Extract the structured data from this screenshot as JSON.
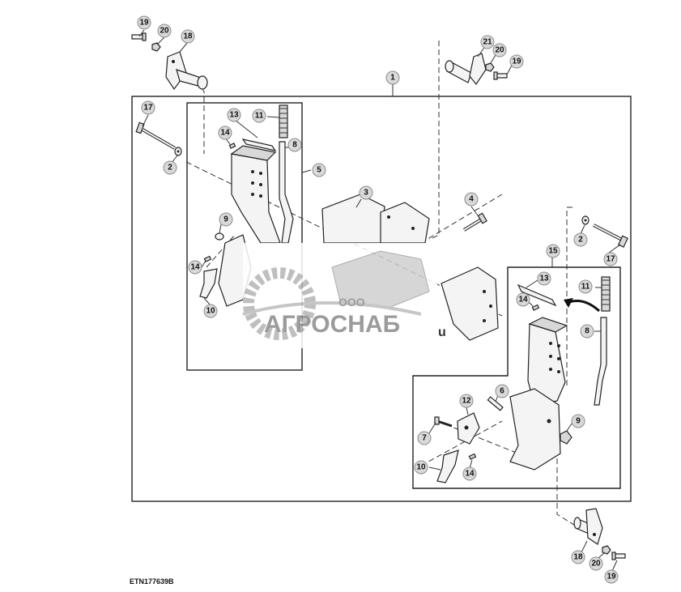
{
  "reference_code": "ETN177639B",
  "watermark": {
    "prefix": "ООО",
    "name": "АГРОСНАБ",
    "suffix": "u"
  },
  "callouts": [
    {
      "id": "c-19-top",
      "label": "19"
    },
    {
      "id": "c-20-top",
      "label": "20"
    },
    {
      "id": "c-18-top",
      "label": "18"
    },
    {
      "id": "c-21",
      "label": "21"
    },
    {
      "id": "c-20-topright",
      "label": "20"
    },
    {
      "id": "c-19-topright",
      "label": "19"
    },
    {
      "id": "c-1",
      "label": "1"
    },
    {
      "id": "c-17-left",
      "label": "17"
    },
    {
      "id": "c-13-left",
      "label": "13"
    },
    {
      "id": "c-11-left",
      "label": "11"
    },
    {
      "id": "c-14-left",
      "label": "14"
    },
    {
      "id": "c-8-left",
      "label": "8"
    },
    {
      "id": "c-2-left",
      "label": "2"
    },
    {
      "id": "c-5",
      "label": "5"
    },
    {
      "id": "c-3",
      "label": "3"
    },
    {
      "id": "c-4",
      "label": "4"
    },
    {
      "id": "c-9-left",
      "label": "9"
    },
    {
      "id": "c-14-left2",
      "label": "14"
    },
    {
      "id": "c-10-left",
      "label": "10"
    },
    {
      "id": "c-2-right",
      "label": "2"
    },
    {
      "id": "c-17-right",
      "label": "17"
    },
    {
      "id": "c-15",
      "label": "15"
    },
    {
      "id": "c-13-right",
      "label": "13"
    },
    {
      "id": "c-11-right",
      "label": "11"
    },
    {
      "id": "c-14-right",
      "label": "14"
    },
    {
      "id": "c-8-right",
      "label": "8"
    },
    {
      "id": "c-6",
      "label": "6"
    },
    {
      "id": "c-12",
      "label": "12"
    },
    {
      "id": "c-9-right",
      "label": "9"
    },
    {
      "id": "c-7",
      "label": "7"
    },
    {
      "id": "c-10-right",
      "label": "10"
    },
    {
      "id": "c-14-right2",
      "label": "14"
    },
    {
      "id": "c-18-bottom",
      "label": "18"
    },
    {
      "id": "c-20-bottom",
      "label": "20"
    },
    {
      "id": "c-19-bottom",
      "label": "19"
    }
  ]
}
